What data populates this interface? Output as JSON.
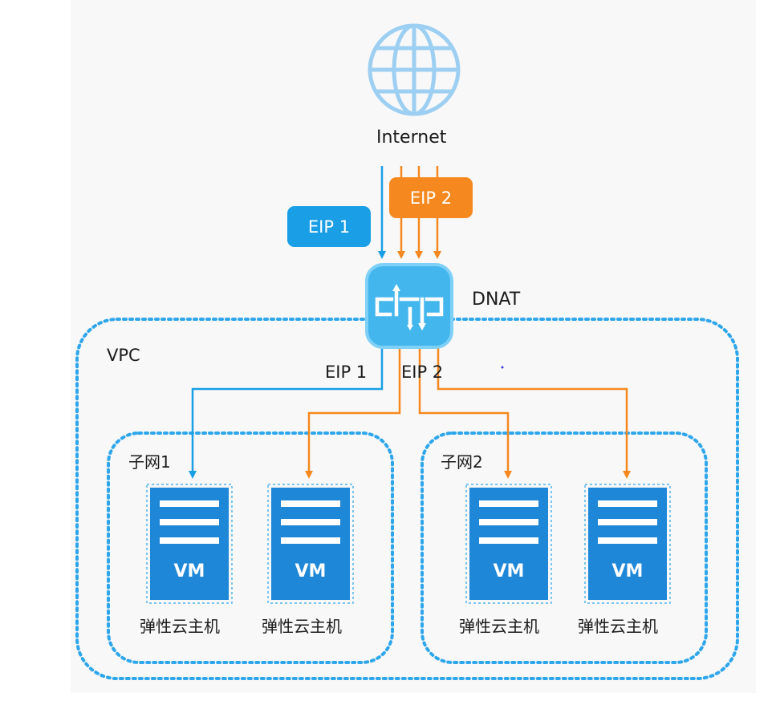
{
  "internet": {
    "label": "Internet"
  },
  "eip_chips": {
    "eip1": "EIP 1",
    "eip2": "EIP 2"
  },
  "nat": {
    "label": "DNAT"
  },
  "vpc": {
    "label": "VPC",
    "route_labels": {
      "eip1": "EIP 1",
      "eip2": "EIP 2"
    },
    "subnets": [
      {
        "label": "子网1",
        "vms": [
          {
            "icon_text": "VM",
            "caption": "弹性云主机"
          },
          {
            "icon_text": "VM",
            "caption": "弹性云主机"
          }
        ]
      },
      {
        "label": "子网2",
        "vms": [
          {
            "icon_text": "VM",
            "caption": "弹性云主机"
          },
          {
            "icon_text": "VM",
            "caption": "弹性云主机"
          }
        ]
      }
    ]
  },
  "colors": {
    "blue": "#1a9ee6",
    "orange": "#f5891f",
    "device": "#43b6ee",
    "vm": "#1f87d8"
  }
}
